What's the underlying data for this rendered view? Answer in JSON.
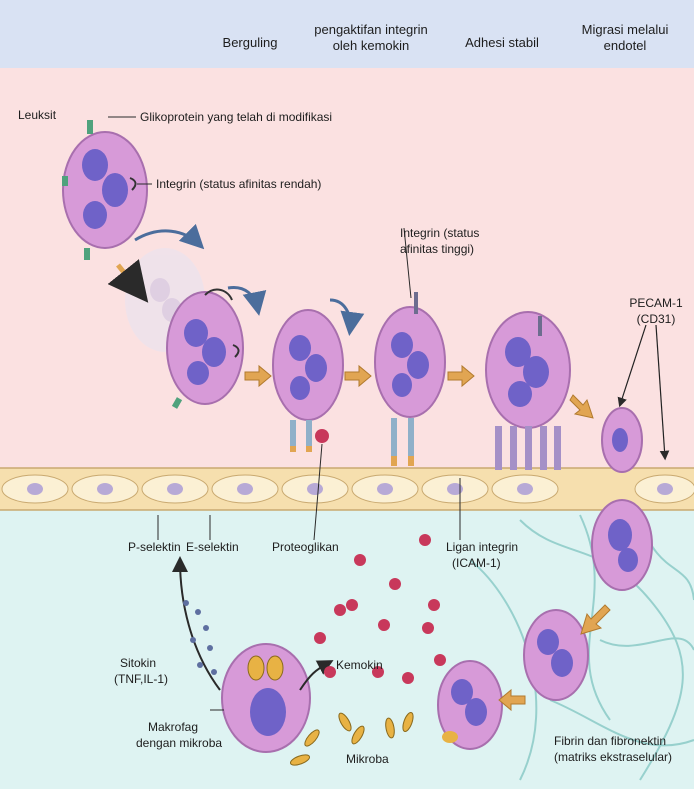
{
  "header": {
    "step_rolling": "Berguling",
    "step_activation_l1": "pengaktifan integrin",
    "step_activation_l2": "oleh kemokin",
    "step_adhesion": "Adhesi stabil",
    "step_migration_l1": "Migrasi melalui",
    "step_migration_l2": "endotel"
  },
  "labels": {
    "leukocyte": "Leuksit",
    "modified_glycoprotein": "Glikoprotein yang telah di modifikasi",
    "integrin_low": "Integrin (status afinitas rendah)",
    "integrin_high_l1": "Integrin (status",
    "integrin_high_l2": "afinitas tinggi)",
    "pecam_l1": "PECAM-1",
    "pecam_l2": "(CD31)",
    "p_selectin": "P-selektin",
    "e_selectin": "E-selektin",
    "proteoglycan": "Proteoglikan",
    "integrin_ligand_l1": "Ligan integrin",
    "integrin_ligand_l2": "(ICAM-1)",
    "cytokine_l1": "Sitokin",
    "cytokine_l2": "(TNF,IL-1)",
    "chemokine": "Kemokin",
    "macrophage_l1": "Makrofag",
    "macrophage_l2": "dengan mikroba",
    "microbes": "Mikroba",
    "fibrin_l1": "Fibrin dan fibronektin",
    "fibrin_l2": "(matriks ekstraselular)"
  },
  "colors": {
    "header_band": "#d9e2f3",
    "vessel_lumen": "#fbe1e1",
    "tissue": "#def3f2",
    "endothelium": "#f9e6b8",
    "cell_body": "#d79ad8",
    "nucleus": "#6f62c8",
    "arrow_orange": "#e1a552",
    "chemokine_dot": "#c8385b",
    "cytokine_dot": "#5e6fa0",
    "microbe": "#e8b244"
  }
}
